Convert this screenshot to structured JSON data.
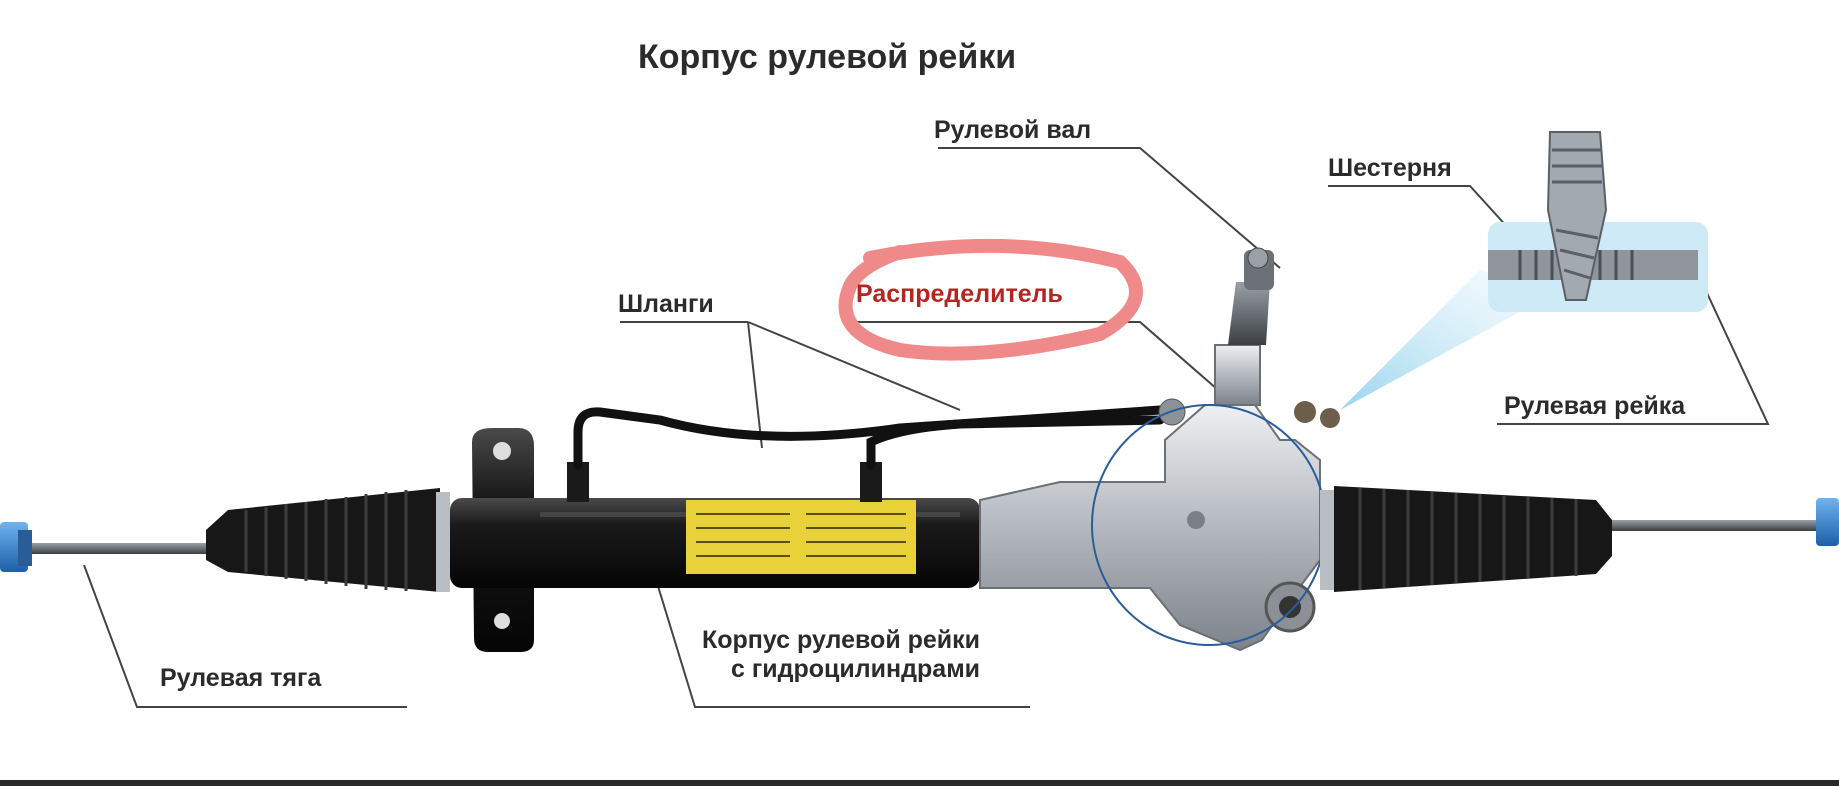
{
  "diagram": {
    "title": "Корпус рулевой рейки",
    "labels": {
      "shaft": "Рулевой вал",
      "pinion": "Шестерня",
      "hoses": "Шланги",
      "valve": "Распределитель",
      "rack": "Рулевая рейка",
      "tie_rod": "Рулевая тяга",
      "housing_line1": "Корпус рулевой рейки",
      "housing_line2": "с гидроцилиндрами"
    },
    "highlight": {
      "target": "Распределитель",
      "color": "#f08a8a"
    },
    "colors": {
      "housing": "#111111",
      "aluminum": "#b9bec4",
      "boot": "#161616",
      "sticker": "#e9d13a",
      "accent": "#2f7fd1"
    }
  }
}
